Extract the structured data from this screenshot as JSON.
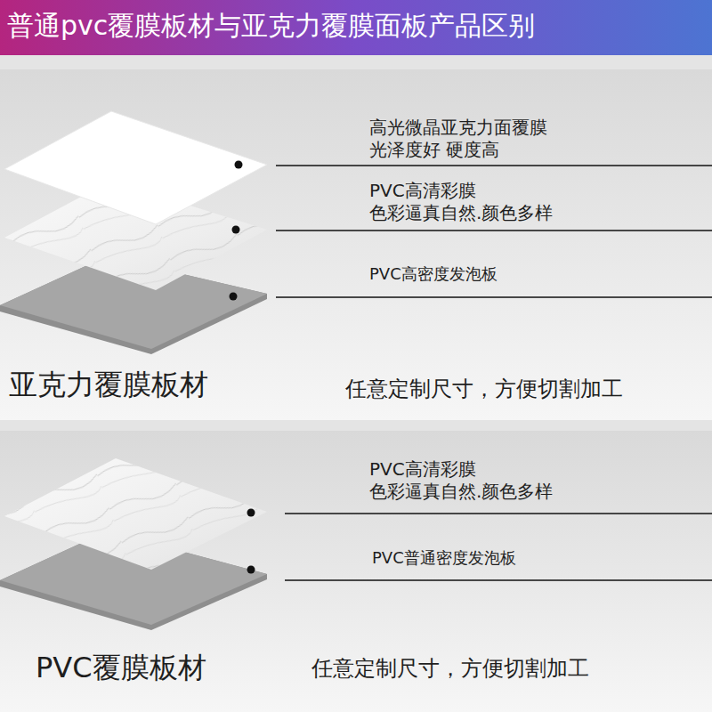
{
  "diagram": {
    "title": "普通pvc覆膜板材与亚克力覆膜面板产品区别",
    "labels": [
      "高光微晶亚克力面覆膜",
      "光泽度好 硬度高",
      "PVC高清彩膜",
      "色彩逼真自然.颜色多样",
      "PVC高密度发泡板",
      "亚克力覆膜板材",
      "任意定制尺寸，方便切割加工",
      "PVC高清彩膜",
      "色彩逼真自然.颜色多样",
      "PVC普通密度发泡板",
      "PVC覆膜板材",
      "任意定制尺寸，方便切割加工"
    ]
  }
}
